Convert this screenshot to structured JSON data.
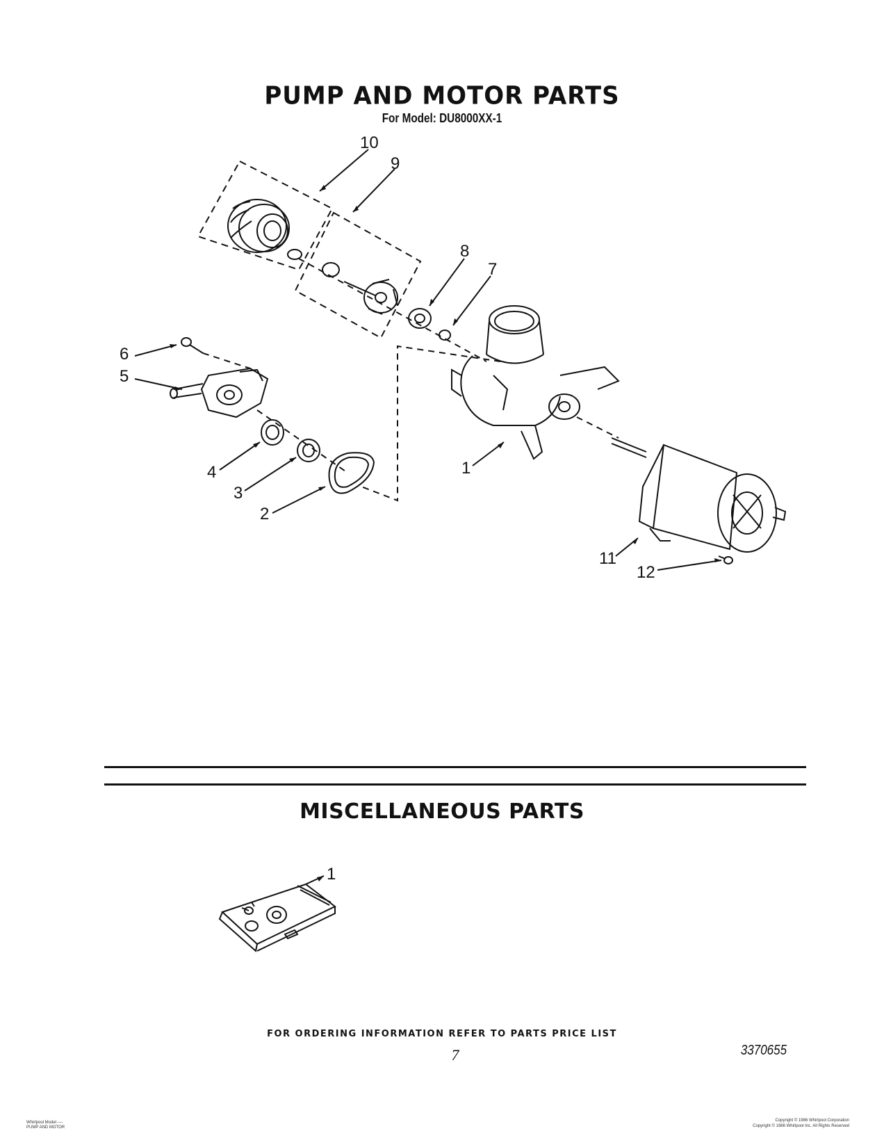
{
  "header": {
    "title": "PUMP AND MOTOR PARTS",
    "model": "For Model: DU8000XX-1"
  },
  "pump_diagram": {
    "callouts": [
      "10",
      "9",
      "8",
      "7",
      "6",
      "5",
      "4",
      "3",
      "2",
      "1",
      "11",
      "12"
    ]
  },
  "misc": {
    "title": "MISCELLANEOUS PARTS",
    "callouts": [
      "1"
    ]
  },
  "footer": {
    "order_note": "FOR ORDERING INFORMATION REFER TO PARTS PRICE LIST",
    "page_number": "7",
    "doc_number": "3370655",
    "left_line1": "Whirlpool Model ----",
    "left_line2": "PUMP AND MOTOR",
    "right_line1": "Copyright © 1986 Whirlpool Corporation",
    "right_line2": "Copyright © 1986 Whirlpool Inc.  All Rights Reserved"
  }
}
